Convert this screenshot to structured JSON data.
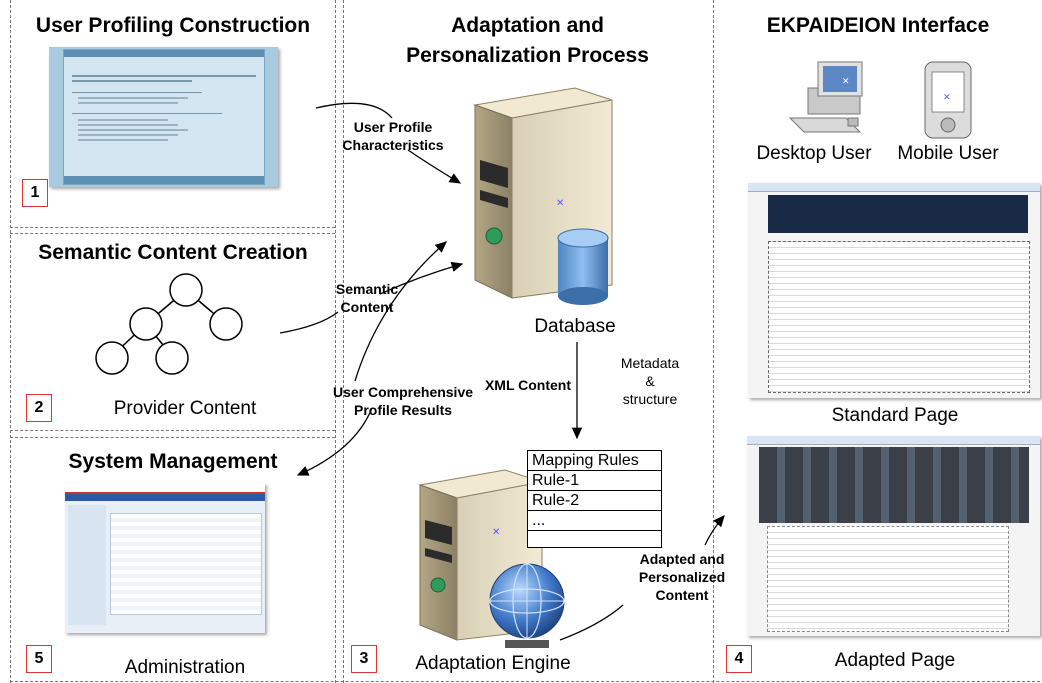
{
  "sections": {
    "profiling_title": "User Profiling Construction",
    "semantic_title": "Semantic Content Creation",
    "management_title": "System Management",
    "adaptation_title_1": "Adaptation and",
    "adaptation_title_2": "Personalization Process",
    "interface_title": "EKPAIDEION Interface"
  },
  "numbers": [
    "1",
    "2",
    "5",
    "3",
    "4"
  ],
  "flow_labels": {
    "user_profile_1": "User Profile",
    "user_profile_2": "Characteristics",
    "semantic_1": "Semantic",
    "semantic_2": "Content",
    "comprehensive_1": "User Comprehensive",
    "comprehensive_2": "Profile Results",
    "xml": "XML Content",
    "metadata_1": "Metadata",
    "metadata_2": "&",
    "metadata_3": "structure",
    "adapted_1": "Adapted and",
    "adapted_2": "Personalized",
    "adapted_3": "Content"
  },
  "captions": {
    "provider": "Provider Content",
    "administration": "Administration",
    "database": "Database",
    "engine": "Adaptation Engine",
    "desktop": "Desktop User",
    "mobile": "Mobile User",
    "standard": "Standard Page",
    "adapted": "Adapted Page"
  },
  "mapping_rules": [
    "Mapping Rules",
    "Rule-1",
    "Rule-2",
    "..."
  ],
  "colors": {
    "number_border": "#dd3333",
    "divider": "#777777",
    "profiling_panel": "#9fc1d8",
    "admin_header": "#2a5aa0"
  },
  "icons": [
    "server-icon",
    "database-cylinder-icon",
    "globe-icon",
    "desktop-computer-icon",
    "mobile-device-icon",
    "tree-icon"
  ]
}
